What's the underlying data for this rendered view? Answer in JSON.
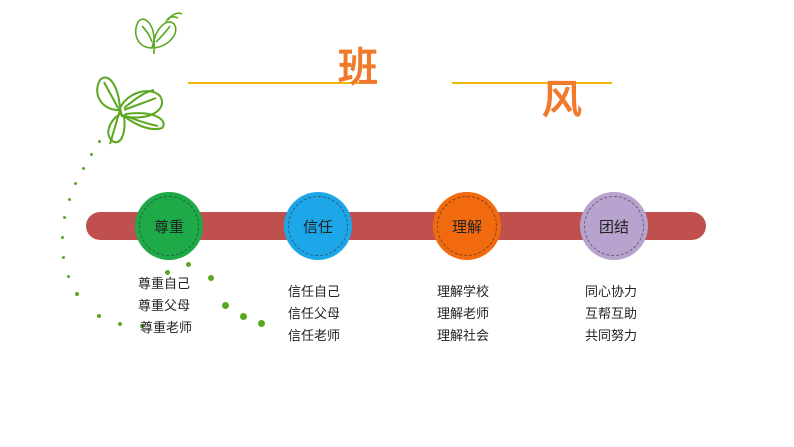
{
  "header": {
    "title_left": "班",
    "title_right": "风"
  },
  "colors": {
    "timeline": "#c0504d",
    "title_line": "#f2b705",
    "title_text": "#f07a2a",
    "accent_green": "#5aa822"
  },
  "decor": {
    "butterfly_small_icon": "butterfly-icon",
    "butterfly_large_icon": "butterfly-icon"
  },
  "pillars": [
    {
      "label": "尊重",
      "color": "#1faa4a",
      "items": [
        "尊重自己",
        "尊重父母",
        "尊重老师"
      ]
    },
    {
      "label": "信任",
      "color": "#1ea7e8",
      "items": [
        "信任自己",
        "信任父母",
        "信任老师"
      ]
    },
    {
      "label": "理解",
      "color": "#f26a0e",
      "items": [
        "理解学校",
        "理解老师",
        "理解社会"
      ]
    },
    {
      "label": "团结",
      "color": "#b8a3cf",
      "items": [
        "同心协力",
        "互帮互助",
        "共同努力"
      ]
    }
  ]
}
